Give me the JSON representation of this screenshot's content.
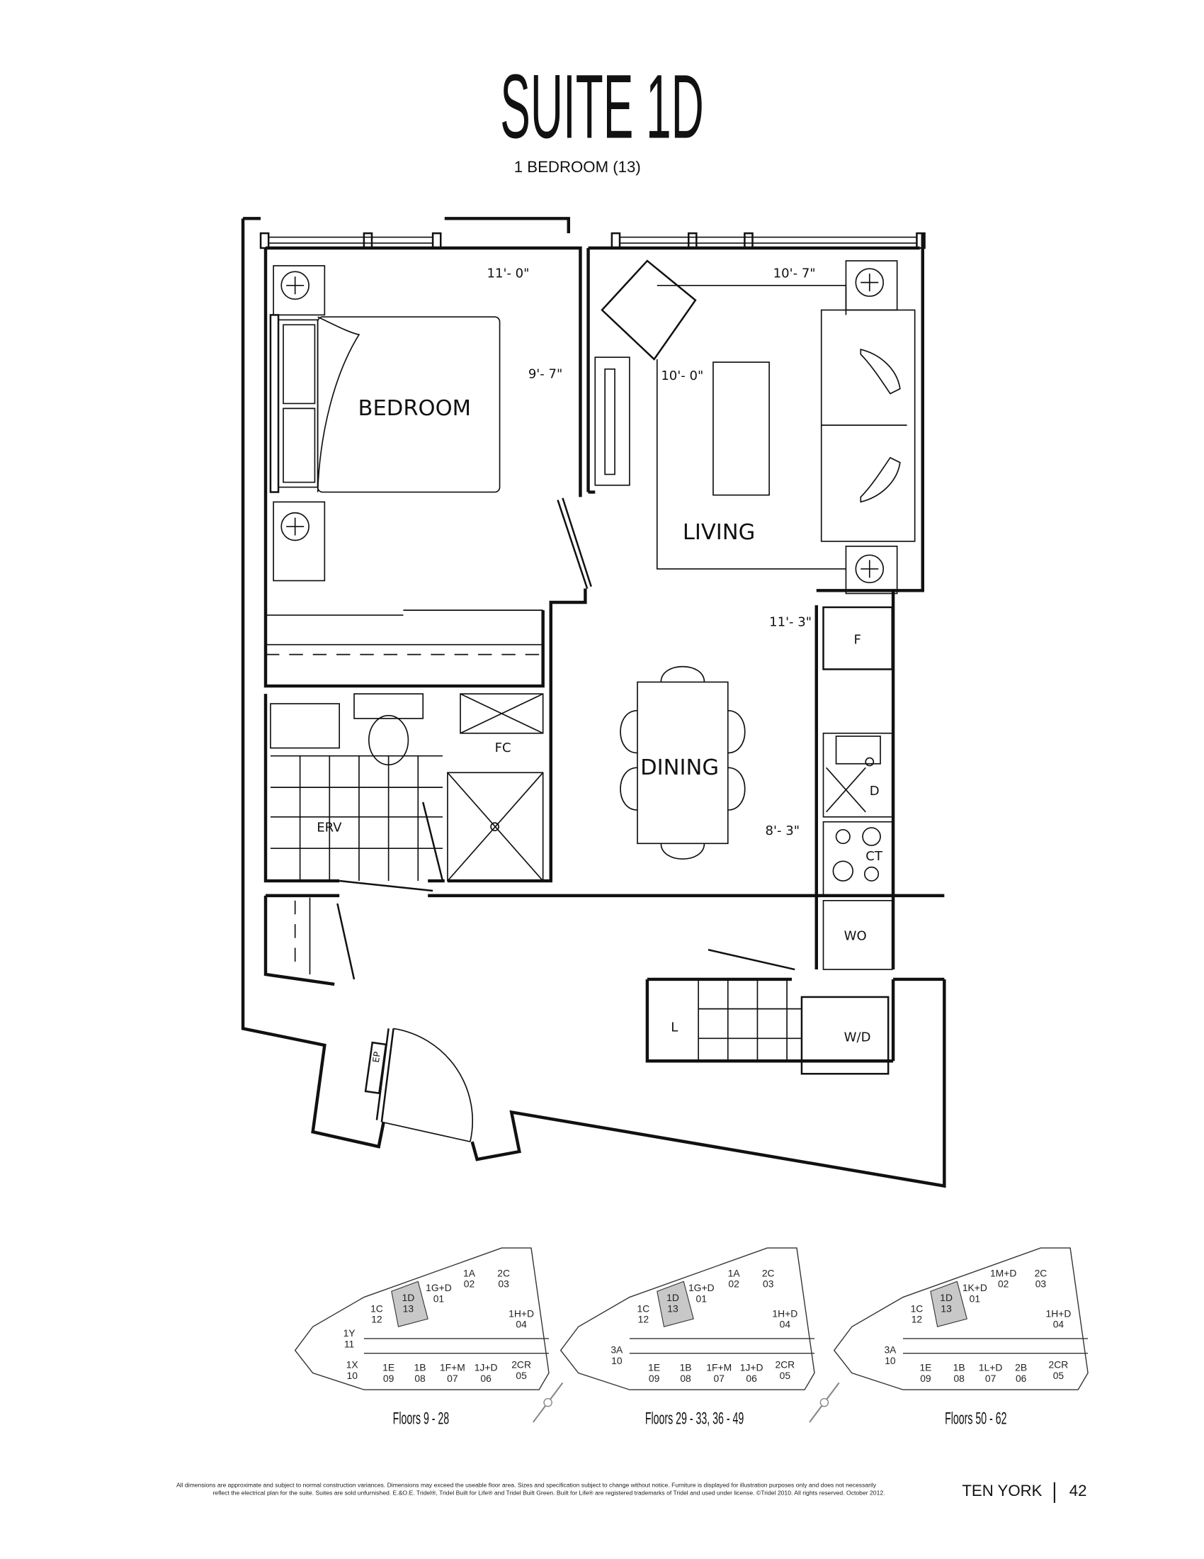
{
  "header": {
    "title": "SUITE 1D",
    "subtitle": "1 BEDROOM (13)"
  },
  "rooms": {
    "bedroom": "BEDROOM",
    "living": "LIVING",
    "dining": "DINING"
  },
  "dimensions": {
    "bedroom_width": "11'- 0\"",
    "bedroom_depth": "9'- 7\"",
    "living_width": "10'- 7\"",
    "living_depth": "10'- 0\"",
    "kitchen_length": "11'- 3\"",
    "dining_width": "8'- 3\""
  },
  "fixtures": {
    "fc": "FC",
    "erv": "ERV",
    "f": "F",
    "d": "D",
    "ct": "CT",
    "wo": "WO",
    "l": "L",
    "wd": "W/D",
    "ep": "EP"
  },
  "keyplans": [
    {
      "caption": "Floors 9 - 28",
      "units": [
        [
          "1Y",
          "11"
        ],
        [
          "1X",
          "10"
        ],
        [
          "1C",
          "12"
        ],
        [
          "1D",
          "13"
        ],
        [
          "1G+D",
          "01"
        ],
        [
          "1A",
          "02"
        ],
        [
          "2C",
          "03"
        ],
        [
          "1H+D",
          "04"
        ],
        [
          "1E",
          "09"
        ],
        [
          "1B",
          "08"
        ],
        [
          "1F+M",
          "07"
        ],
        [
          "1J+D",
          "06"
        ],
        [
          "2CR",
          "05"
        ]
      ]
    },
    {
      "caption": "Floors 29 - 33, 36 - 49",
      "units": [
        [
          "3A",
          "10"
        ],
        [
          "1C",
          "12"
        ],
        [
          "1D",
          "13"
        ],
        [
          "1G+D",
          "01"
        ],
        [
          "1A",
          "02"
        ],
        [
          "2C",
          "03"
        ],
        [
          "1H+D",
          "04"
        ],
        [
          "1E",
          "09"
        ],
        [
          "1B",
          "08"
        ],
        [
          "1F+M",
          "07"
        ],
        [
          "1J+D",
          "06"
        ],
        [
          "2CR",
          "05"
        ]
      ]
    },
    {
      "caption": "Floors 50 - 62",
      "units": [
        [
          "3A",
          "10"
        ],
        [
          "1C",
          "12"
        ],
        [
          "1D",
          "13"
        ],
        [
          "1K+D",
          "01"
        ],
        [
          "1M+D",
          "02"
        ],
        [
          "2C",
          "03"
        ],
        [
          "1H+D",
          "04"
        ],
        [
          "1E",
          "09"
        ],
        [
          "1B",
          "08"
        ],
        [
          "1L+D",
          "07"
        ],
        [
          "2B",
          "06"
        ],
        [
          "2CR",
          "05"
        ]
      ]
    }
  ],
  "highlight_color": "#c8c8c8",
  "footer": {
    "disclaimer_line1": "All dimensions are approximate and subject to normal construction variances. Dimensions may exceed the useable floor area. Sizes and specification subject to change without notice. Furniture is displayed for illustration purposes only and does not necessarily",
    "disclaimer_line2": "reflect the electrical plan for the suite. Suites are sold unfurnished. E.&O.E. Tridel®, Tridel Built for Life® and Tridel Built Green. Built for Life® are registered trademarks of Tridel and used under license. ©Tridel 2010. All rights reserved. October 2012.",
    "brand": "TEN YORK",
    "page_number": "42"
  }
}
